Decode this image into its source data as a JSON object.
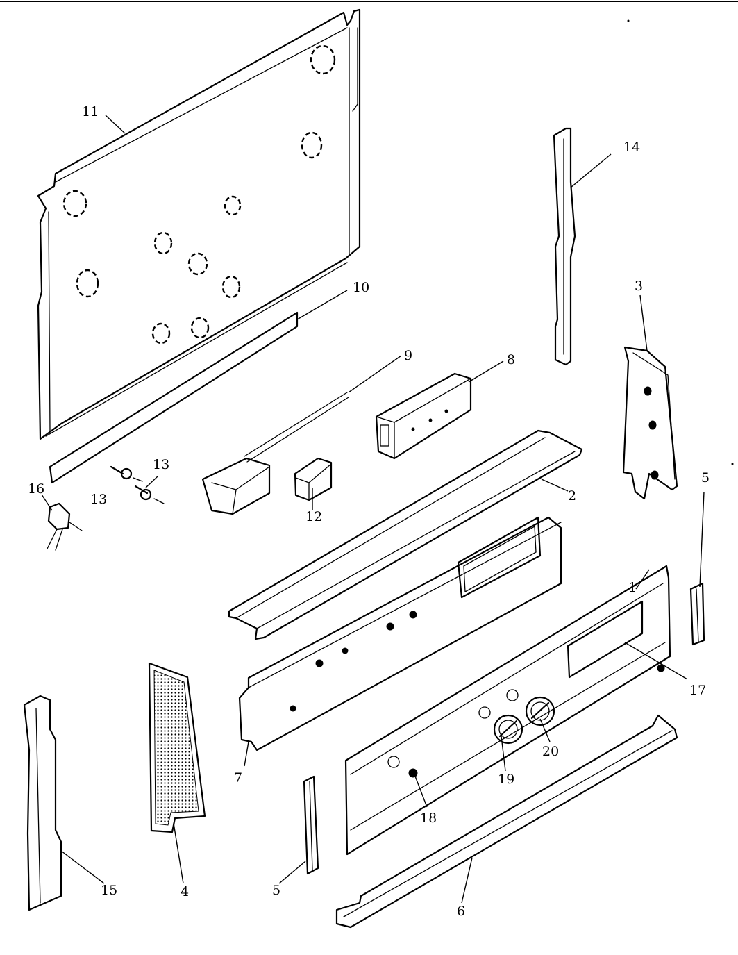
{
  "diagram": {
    "type": "exploded-parts-view",
    "callouts": [
      {
        "id": "c1",
        "number": "1"
      },
      {
        "id": "c2",
        "number": "2"
      },
      {
        "id": "c3",
        "number": "3"
      },
      {
        "id": "c4",
        "number": "4"
      },
      {
        "id": "c5a",
        "number": "5"
      },
      {
        "id": "c5b",
        "number": "5"
      },
      {
        "id": "c6",
        "number": "6"
      },
      {
        "id": "c7",
        "number": "7"
      },
      {
        "id": "c8",
        "number": "8"
      },
      {
        "id": "c9",
        "number": "9"
      },
      {
        "id": "c10",
        "number": "10"
      },
      {
        "id": "c11",
        "number": "11"
      },
      {
        "id": "c12",
        "number": "12"
      },
      {
        "id": "c13a",
        "number": "13"
      },
      {
        "id": "c13b",
        "number": "13"
      },
      {
        "id": "c14",
        "number": "14"
      },
      {
        "id": "c15",
        "number": "15"
      },
      {
        "id": "c16",
        "number": "16"
      },
      {
        "id": "c17",
        "number": "17"
      },
      {
        "id": "c18",
        "number": "18"
      },
      {
        "id": "c19",
        "number": "19"
      },
      {
        "id": "c20",
        "number": "20"
      }
    ]
  }
}
